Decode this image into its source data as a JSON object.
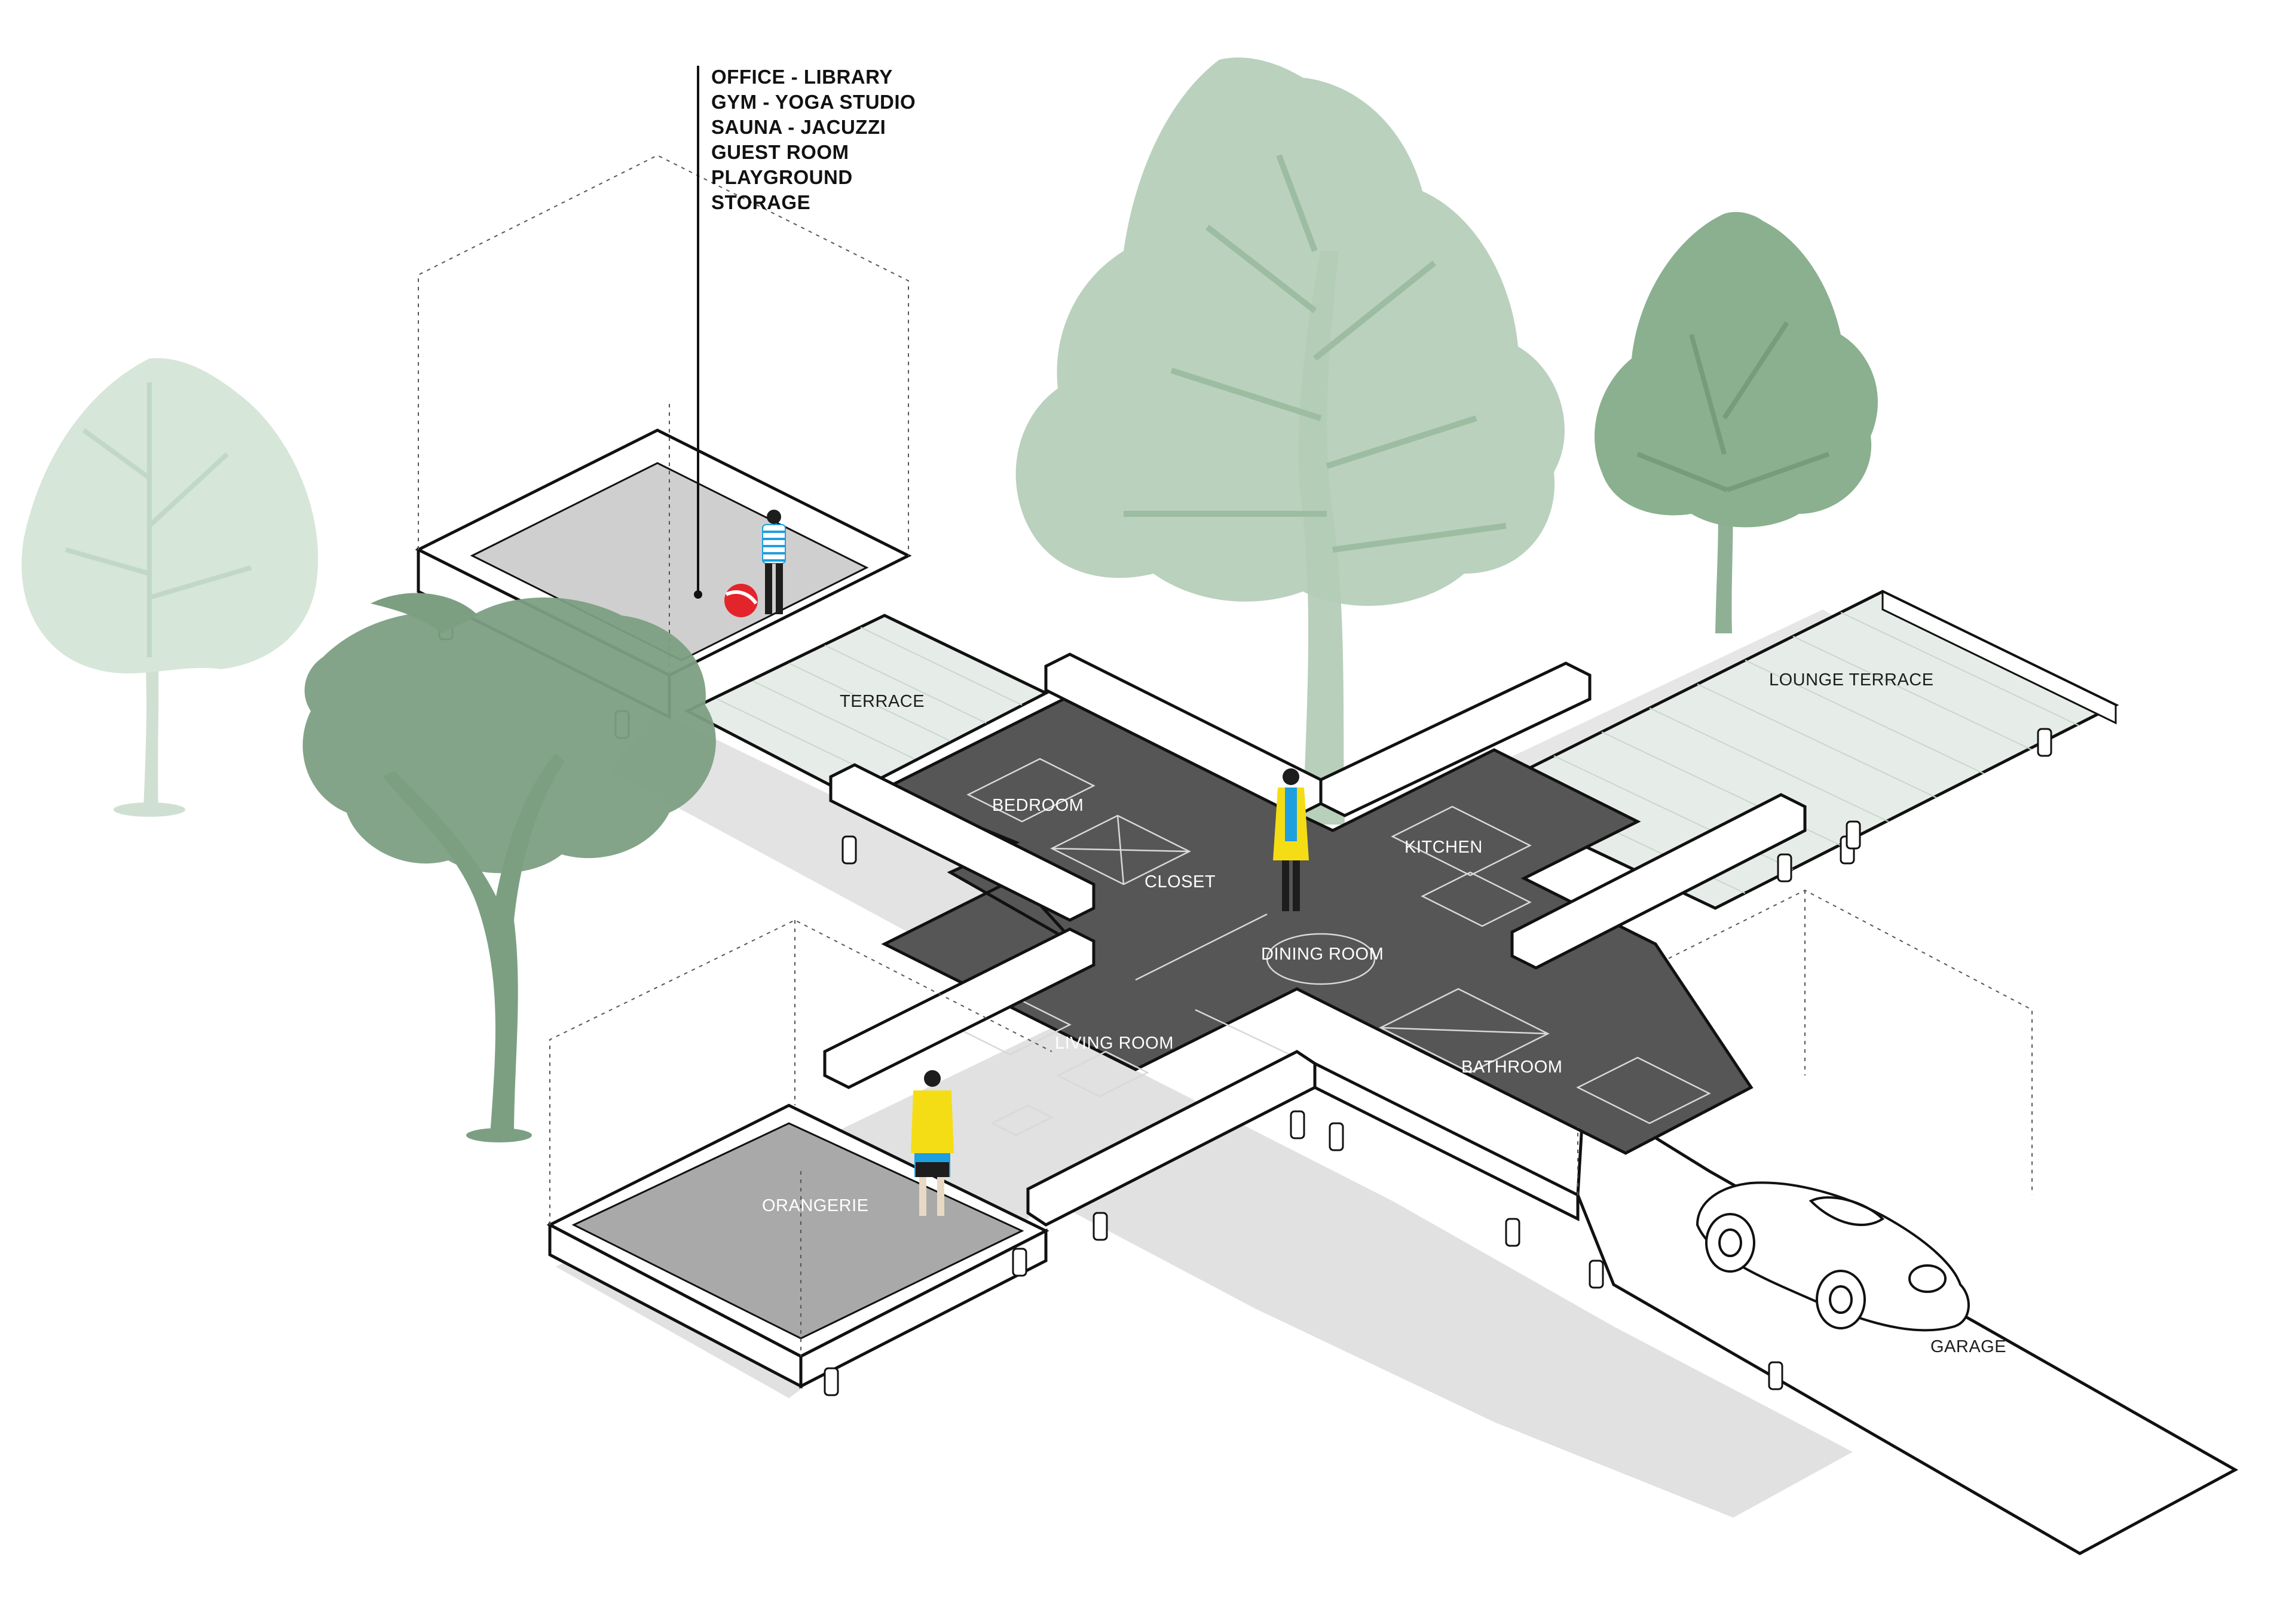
{
  "annotation": {
    "lines": [
      "OFFICE - LIBRARY",
      "GYM - YOGA STUDIO",
      "SAUNA - JACUZZI",
      "GUEST ROOM",
      "PLAYGROUND",
      "STORAGE"
    ]
  },
  "rooms": {
    "terrace": "TERRACE",
    "lounge_terrace": "LOUNGE TERRACE",
    "bedroom": "BEDROOM",
    "closet": "CLOSET",
    "kitchen": "KITCHEN",
    "dining_room": "DINING ROOM",
    "living_room": "LIVING ROOM",
    "bathroom": "BATHROOM",
    "orangerie": "ORANGERIE",
    "garage": "GARAGE"
  },
  "colors": {
    "interior_floor": "#565656",
    "deck": "#e6ede9",
    "light_floor": "#cfcfcf",
    "wall": "#ffffff",
    "outline": "#111111",
    "shadow": "#dcdcdc",
    "tree_pale": "#cfe0d2",
    "tree_mid": "#a9c6ad",
    "tree_dark": "#7c9f82",
    "figure_yellow": "#f5dd16",
    "figure_blue": "#1e9fe0",
    "ball_red": "#e3242b"
  }
}
